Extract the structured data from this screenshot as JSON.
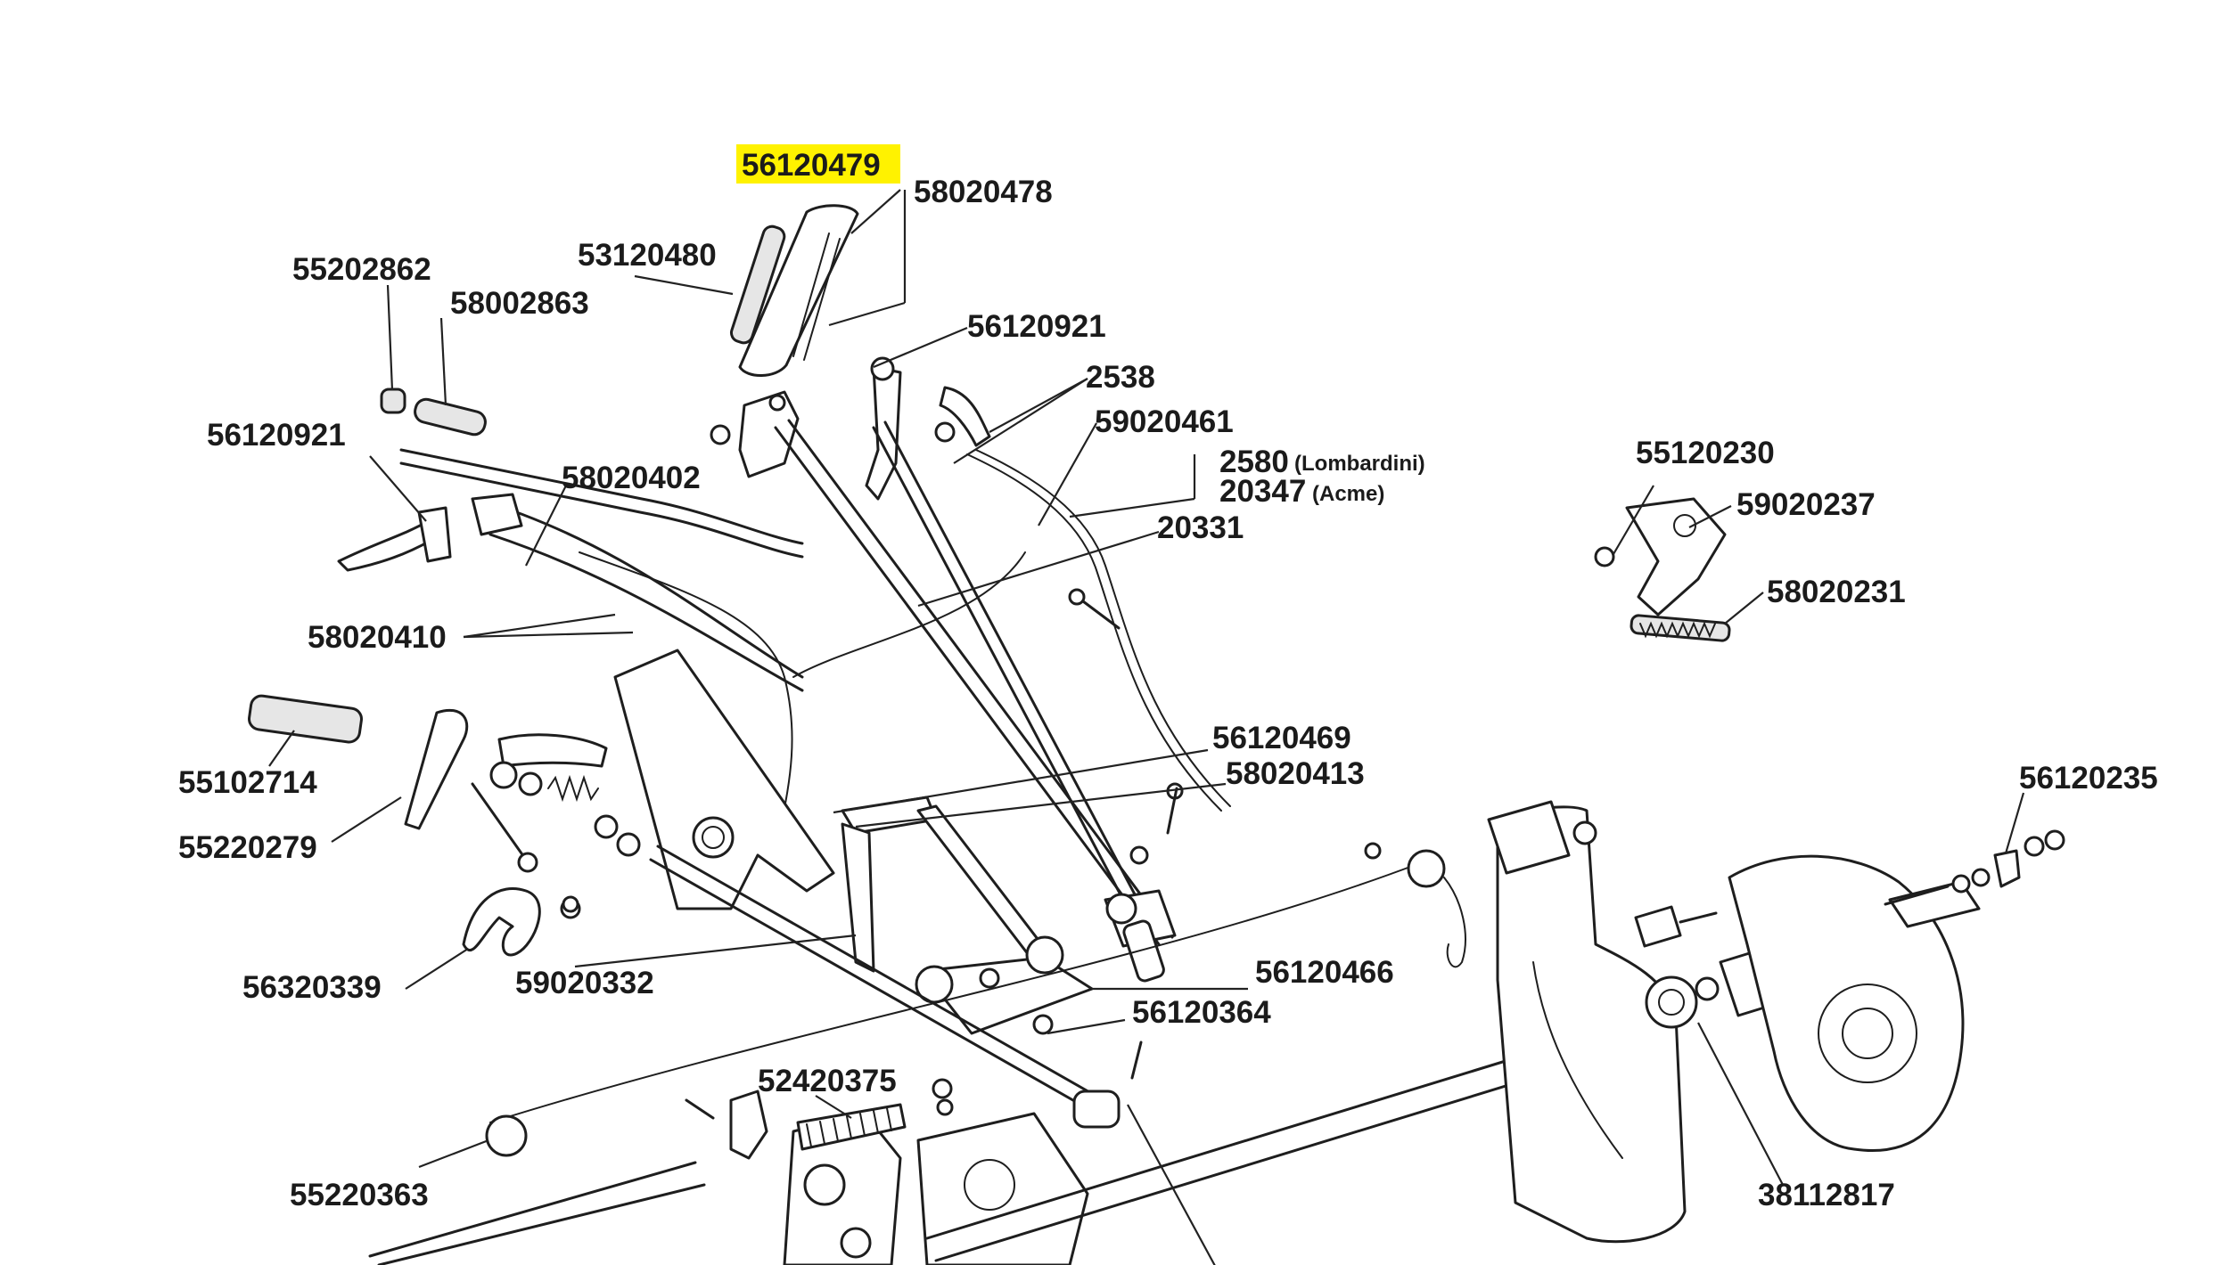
{
  "diagram": {
    "highlight_color": "#fff200",
    "labels": [
      {
        "id": "56120479",
        "text": "56120479",
        "highlighted": true
      },
      {
        "id": "58020478",
        "text": "58020478"
      },
      {
        "id": "53120480",
        "text": "53120480"
      },
      {
        "id": "55202862",
        "text": "55202862"
      },
      {
        "id": "58002863",
        "text": "58002863"
      },
      {
        "id": "56120921a",
        "text": "56120921"
      },
      {
        "id": "56120921b",
        "text": "56120921"
      },
      {
        "id": "2538",
        "text": "2538"
      },
      {
        "id": "59020461",
        "text": "59020461"
      },
      {
        "id": "2580",
        "text": "2580"
      },
      {
        "id": "2580sub",
        "text": "(Lombardini)"
      },
      {
        "id": "20347",
        "text": "20347"
      },
      {
        "id": "20347sub",
        "text": "(Acme)"
      },
      {
        "id": "20331",
        "text": "20331"
      },
      {
        "id": "58020402",
        "text": "58020402"
      },
      {
        "id": "58020410",
        "text": "58020410"
      },
      {
        "id": "55120230",
        "text": "55120230"
      },
      {
        "id": "59020237",
        "text": "59020237"
      },
      {
        "id": "58020231",
        "text": "58020231"
      },
      {
        "id": "55102714",
        "text": "55102714"
      },
      {
        "id": "55220279",
        "text": "55220279"
      },
      {
        "id": "56120469",
        "text": "56120469"
      },
      {
        "id": "58020413",
        "text": "58020413"
      },
      {
        "id": "56120235",
        "text": "56120235"
      },
      {
        "id": "56320339",
        "text": "56320339"
      },
      {
        "id": "59020332",
        "text": "59020332"
      },
      {
        "id": "56120466",
        "text": "56120466"
      },
      {
        "id": "56120364",
        "text": "56120364"
      },
      {
        "id": "52420375",
        "text": "52420375"
      },
      {
        "id": "55220363",
        "text": "55220363"
      },
      {
        "id": "38112817",
        "text": "38112817"
      }
    ]
  }
}
